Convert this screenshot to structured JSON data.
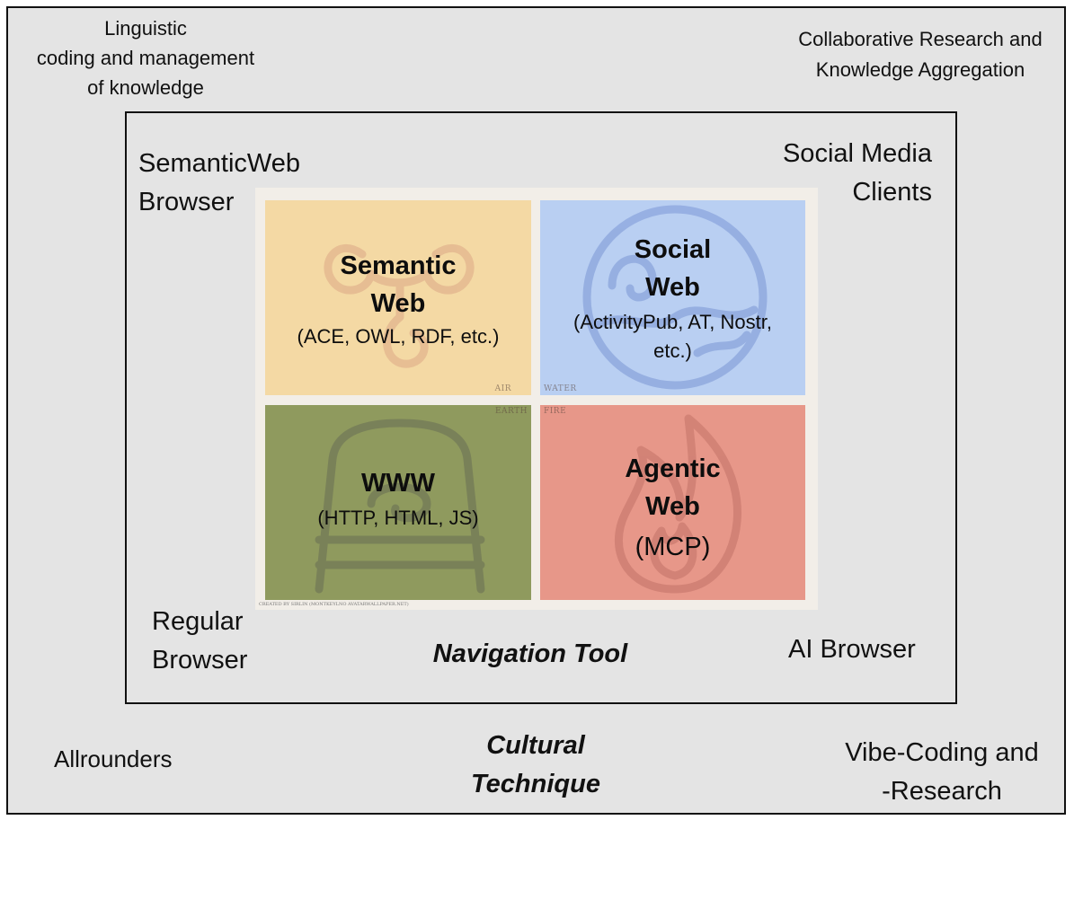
{
  "outer": {
    "top_left": [
      "Linguistic",
      "coding and management",
      "of knowledge"
    ],
    "top_right": [
      "Collaborative Research and",
      "Knowledge Aggregation"
    ],
    "bottom_left": "Allrounders",
    "bottom_center": [
      "Cultural",
      "Technique"
    ],
    "bottom_right": [
      "Vibe-Coding and",
      "-Research"
    ]
  },
  "inner": {
    "top_left": [
      "SemanticWeb",
      "Browser"
    ],
    "top_right": [
      "Social Media",
      "Clients"
    ],
    "bottom_left": [
      "Regular",
      "Browser"
    ],
    "bottom_center": "Navigation Tool",
    "bottom_right": "AI Browser"
  },
  "quadrants": {
    "semantic": {
      "title": [
        "Semantic",
        "Web"
      ],
      "sub": [
        "(ACE, OWL, RDF, etc.)"
      ],
      "element": "AIR",
      "color": "#f4d9a4",
      "icon": "air-swirl-icon"
    },
    "social": {
      "title": [
        "Social",
        "Web"
      ],
      "sub": [
        "(ActivityPub, AT, Nostr,",
        "etc.)"
      ],
      "element": "WATER",
      "color": "#b9cff2",
      "icon": "water-wave-icon"
    },
    "www": {
      "title": [
        "WWW"
      ],
      "sub": [
        "(HTTP, HTML, JS)"
      ],
      "element": "EARTH",
      "color": "#8f9a5e",
      "icon": "earth-mountain-icon"
    },
    "agentic": {
      "title": [
        "Agentic",
        "Web"
      ],
      "sub": [
        "(MCP)"
      ],
      "element": "FIRE",
      "color": "#e79789",
      "icon": "fire-flame-icon"
    }
  },
  "credit": "CREATED BY SIRLIN (MONTKEYLNO AVATARWALLPAPER.NET)"
}
